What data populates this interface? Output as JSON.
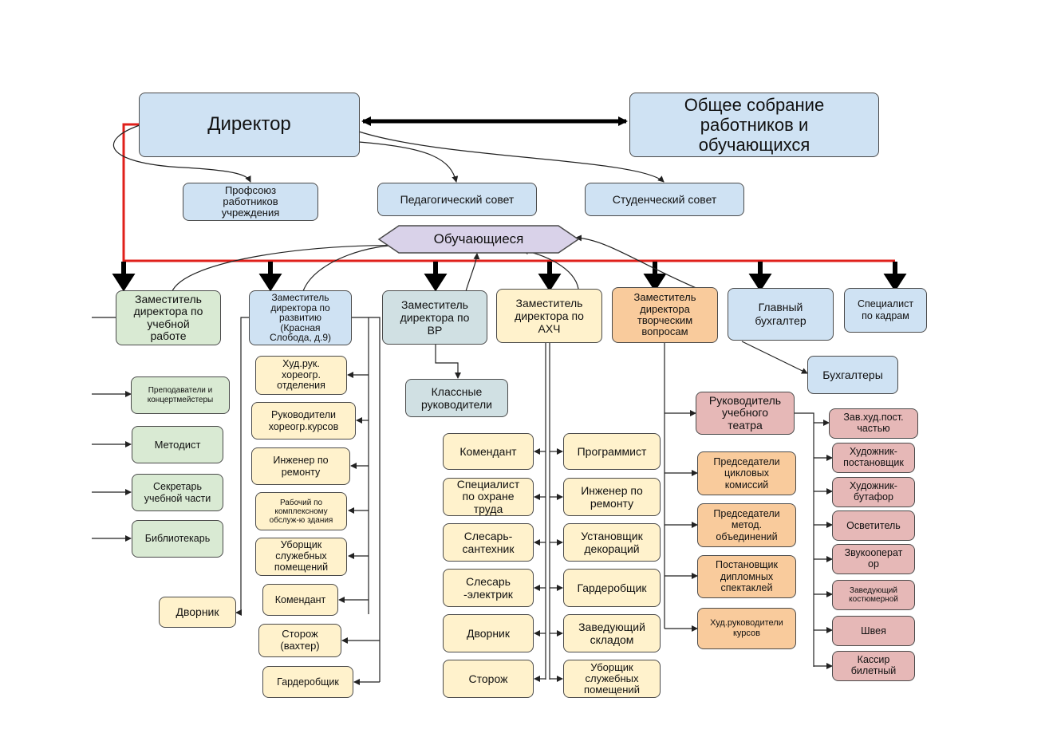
{
  "top": {
    "director": "Директор",
    "general_assembly": "Общее собрание\nработников и\nобучающихся"
  },
  "councils": {
    "union": "Профсоюз\nработников\nучреждения",
    "pedagogical": "Педагогический совет",
    "student": "Студенческий совет"
  },
  "students": "Обучающиеся",
  "deputies": {
    "academic": "Заместитель\nдиректора по\nучебной\nработе",
    "development": "Заместитель\nдиректора по\nразвитию\n(Красная\nСлобода, д.9)",
    "vr": "Заместитель\nдиректора по\nВР",
    "ahch": "Заместитель\nдиректора по\nАХЧ",
    "creative": "Заместитель\nдиректора\nтворческим\nвопросам",
    "chief_accountant": "Главный\nбухгалтер",
    "hr": "Специалист\nпо кадрам"
  },
  "academic_staff": [
    "Преподаватели и\nконцертмейстеры",
    "Методист",
    "Секретарь\nучебной части",
    "Библиотекарь"
  ],
  "janitor_left": "Дворник",
  "development_staff": [
    "Худ.рук.\nхореогр.\nотделения",
    "Руководители\nхореогр.курсов",
    "Инженер по\nремонту",
    "Рабочий по\nкомплексному\nобслуж-ю здания",
    "Уборщик\nслужебных\nпомещений",
    "Комендант",
    "Сторож\n(вахтер)",
    "Гардеробщик"
  ],
  "class_teachers": "Классные\nруководители",
  "ahch_left": [
    "Комендант",
    "Специалист\nпо охране\nтруда",
    "Слесарь-\nсантехник",
    "Слесарь\n-электрик",
    "Дворник",
    "Сторож"
  ],
  "ahch_right": [
    "Программист",
    "Инженер по\nремонту",
    "Установщик\nдекораций",
    "Гардеробщик",
    "Заведующий\nскладом",
    "Уборщик\nслужебных\nпомещений"
  ],
  "accountants": "Бухгалтеры",
  "theatre_head": "Руководитель\nучебного\nтеатра",
  "creative_staff": [
    "Председатели\nцикловых\nкомиссий",
    "Председатели\nметод.\nобъединений",
    "Постановщик\nдипломных\nспектаклей",
    "Худ.руководители\nкурсов"
  ],
  "theatre_staff": [
    "Зав.худ.пост.\nчастью",
    "Художник-\nпостановщик",
    "Художник-\nбутафор",
    "Осветитель",
    "Звукооперат\nор",
    "Заведующий\nкостюмерной",
    "Швея",
    "Кассир\nбилетный"
  ],
  "colors": {
    "blue": "#cfe2f3",
    "green": "#d9ead3",
    "yellow": "#fff2cc",
    "orange": "#f9cb9c",
    "red_box": "#e6b8b7",
    "teal": "#d0e0e3",
    "hexagon": "#d9d2e9",
    "red_line": "#e0201b"
  }
}
